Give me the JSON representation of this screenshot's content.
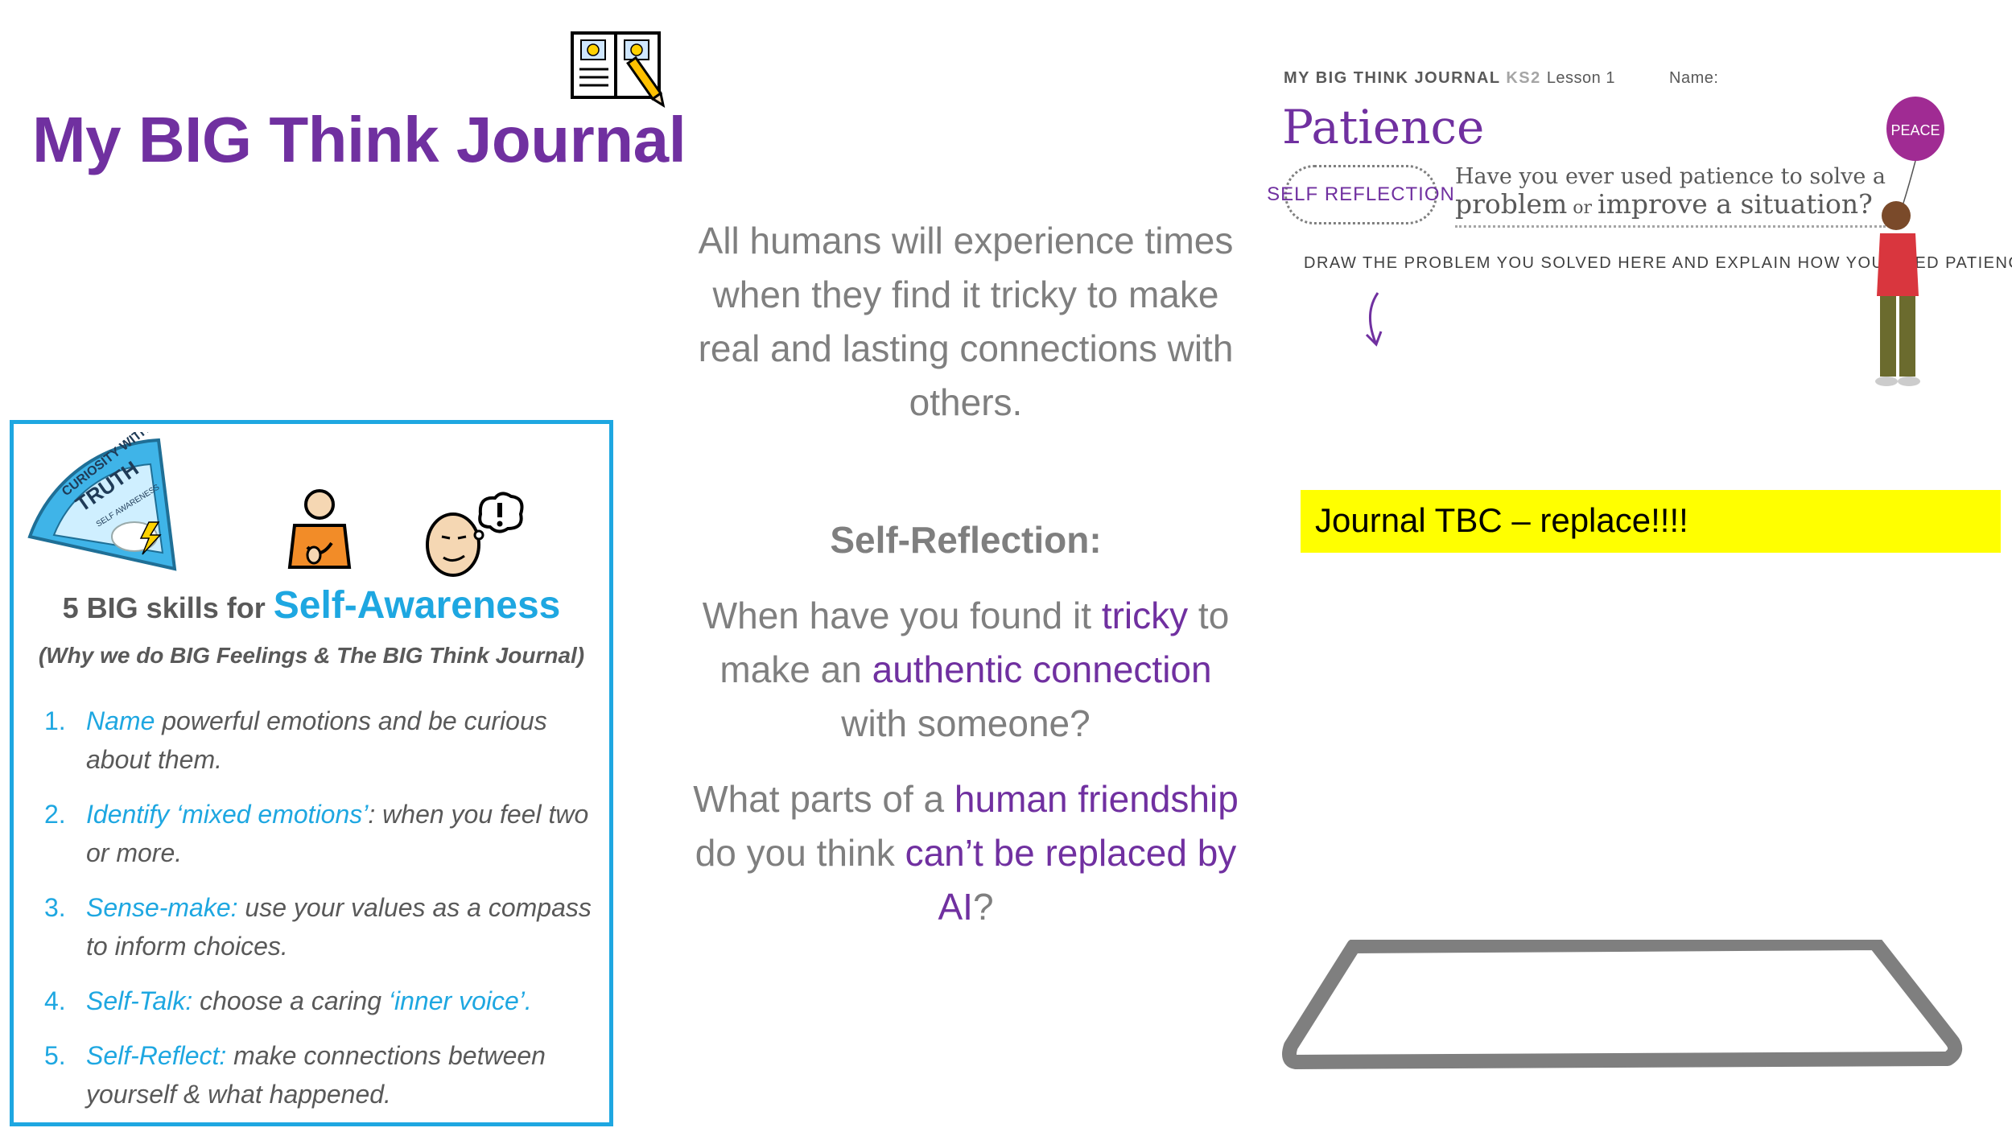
{
  "title": "My BIG Think Journal",
  "icons": {
    "journal": "journal-pencil-icon",
    "fan_badge": "curiosity-truth-fan-icon",
    "person": "person-icon",
    "thinking_face": "thinking-face-icon",
    "arrow": "arrow-down-icon",
    "boy_balloon": "boy-with-balloon-icon"
  },
  "colors": {
    "title": "#7030a0",
    "accent_blue": "#1ea7e1",
    "highlight_purple": "#7030a0",
    "note_yellow": "#ffff00"
  },
  "skills": {
    "badge": {
      "line1": "CURIOSITY WITH CARE",
      "line2": "TRUTH",
      "line3": "SELF AWARENESS"
    },
    "heading_prefix": "5 BIG skills for ",
    "heading_accent": "Self-Awareness",
    "subheading": "(Why we do BIG Feelings & The BIG Think Journal)",
    "items": [
      {
        "num": "1.",
        "key": "Name",
        "rest": " powerful emotions and be curious about them."
      },
      {
        "num": "2.",
        "key": "Identify ‘mixed emotions’",
        "rest": ": when you feel two or more."
      },
      {
        "num": "3.",
        "key": "Sense-make:",
        "rest": " use your values as a compass to inform choices."
      },
      {
        "num": "4.",
        "key": "Self-Talk:",
        "rest": " choose a caring ",
        "key2": "‘inner voice’."
      },
      {
        "num": "5.",
        "key": "Self-Reflect:",
        "rest": " make connections between yourself & what happened."
      }
    ]
  },
  "center": {
    "intro": "All humans will experience times when they find it tricky to make real and lasting connections with others.",
    "heading": "Self-Reflection:",
    "q1": {
      "a": "When have you found it ",
      "b": "tricky",
      "c": " to make an ",
      "d": "authentic connection",
      "e": " with someone?"
    },
    "q2": {
      "a": "What parts of a ",
      "b": "human friendship",
      "c": " do you think ",
      "d": "can’t be replaced by AI",
      "e": "?"
    }
  },
  "journal_page": {
    "brand": "MY BIG THINK JOURNAL",
    "ks": "KS2",
    "lesson": "Lesson 1",
    "name_label": "Name:",
    "topic": "Patience",
    "badge": "SELF REFLECTION",
    "question": {
      "line1": "Have you ever used patience to solve a",
      "w1": "problem",
      "w2": " or ",
      "w3": "improve a situation?"
    },
    "instruction": "DRAW THE PROBLEM YOU SOLVED HERE AND EXPLAIN HOW YOU USED PATIENCE",
    "balloon_text": "PEACE"
  },
  "note": {
    "text": "Journal TBC – replace!!!!"
  }
}
